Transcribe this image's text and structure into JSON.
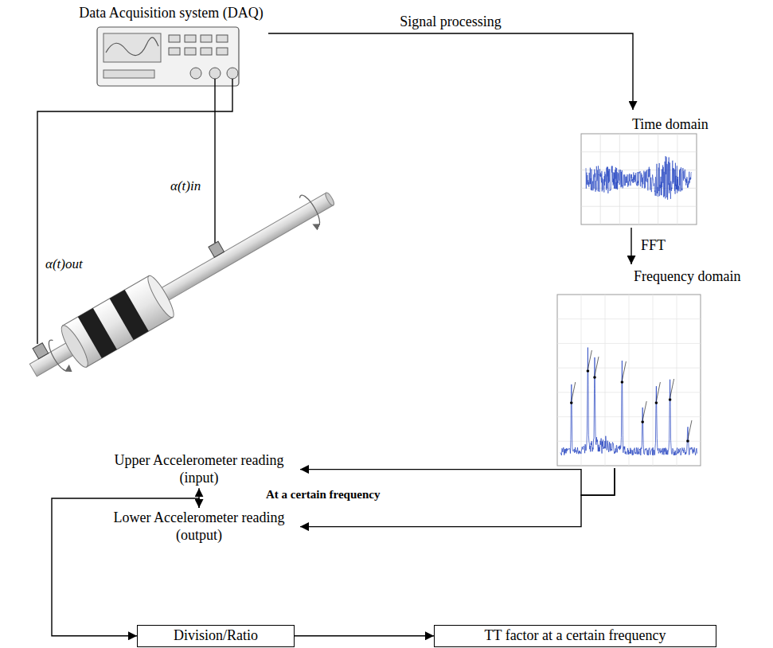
{
  "diagram": {
    "nodes": [
      {
        "text": [
          "Data Acquisition system (DAQ)"
        ]
      },
      {
        "text": [
          "Time domain"
        ]
      },
      {
        "text": [
          "Frequency domain"
        ]
      },
      {
        "text": [
          "Upper Accelerometer reading (input)"
        ]
      },
      {
        "text": [
          "Lower Accelerometer reading (output)"
        ]
      },
      {
        "text": [
          "Division/Ratio"
        ]
      },
      {
        "text": [
          "TT factor at a certain frequency"
        ]
      }
    ],
    "edges": [
      {
        "from": 0,
        "to": 1,
        "arrow": "to",
        "label": "Signal processing"
      },
      {
        "from": 1,
        "to": 2,
        "arrow": "to",
        "label": "FFT"
      },
      {
        "from": 2,
        "to": 3,
        "arrow": "to"
      },
      {
        "from": 2,
        "to": 4,
        "arrow": "to"
      },
      {
        "from": 3,
        "to": 4,
        "arrow": "both"
      },
      {
        "from": 4,
        "to": 5,
        "arrow": "to"
      },
      {
        "from": 5,
        "to": 6,
        "arrow": "to"
      }
    ],
    "labels": [
      "α(t)in",
      "α(t)out",
      "At a certain frequency"
    ]
  }
}
